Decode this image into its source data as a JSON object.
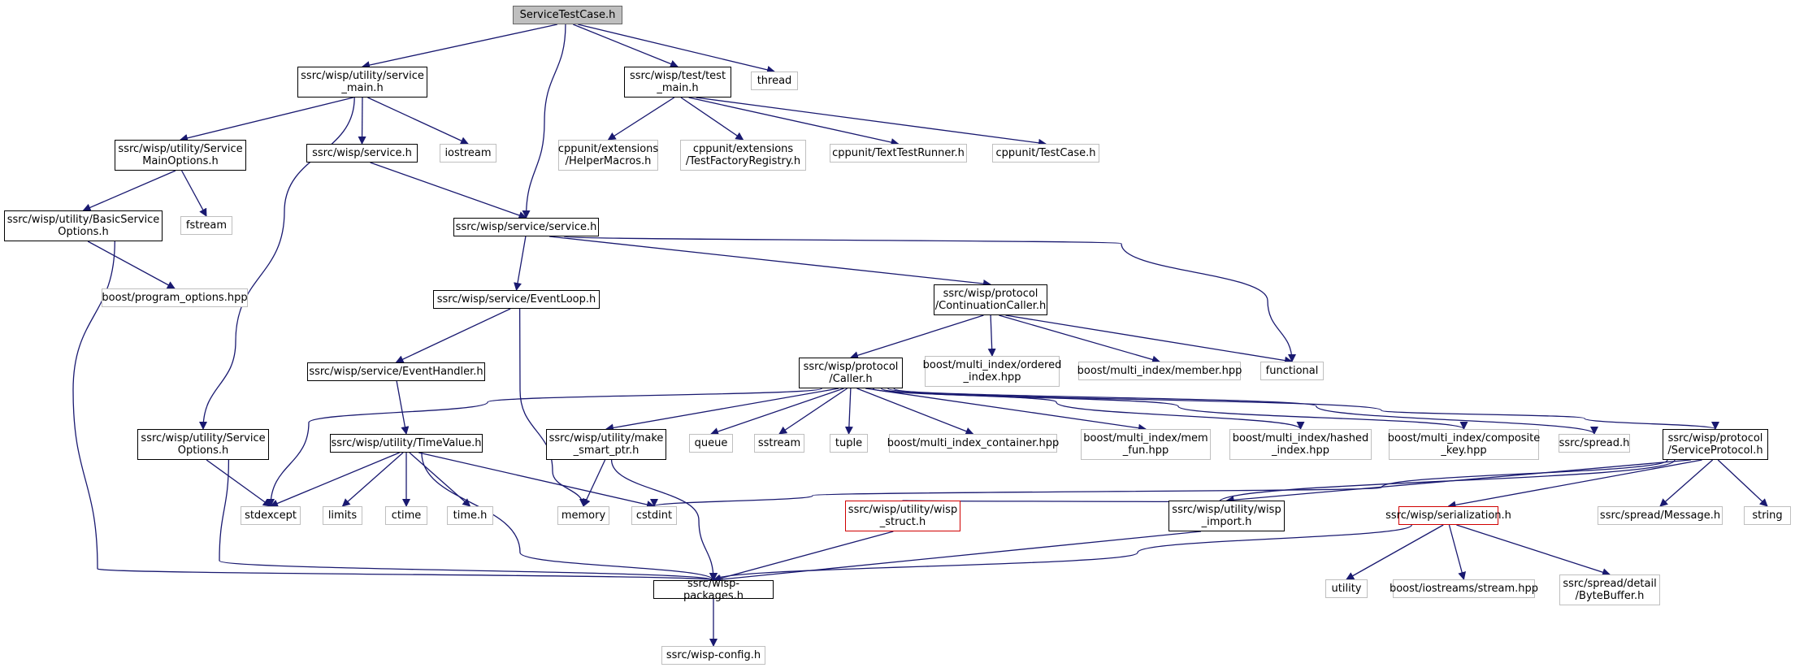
{
  "colors": {
    "edge": "#191970",
    "local_border": "#000000",
    "external_border": "#bfbfbf",
    "root_fill": "#bfbfbf",
    "error_border": "#d00000"
  },
  "nodes": [
    {
      "id": "ServiceTestCase",
      "label": "ServiceTestCase.h",
      "kind": "root"
    },
    {
      "id": "service_main",
      "label": "ssrc/wisp/utility/service\n_main.h",
      "kind": "local"
    },
    {
      "id": "test_main",
      "label": "ssrc/wisp/test/test\n_main.h",
      "kind": "local"
    },
    {
      "id": "thread",
      "label": "thread",
      "kind": "external"
    },
    {
      "id": "ServiceMainOptions",
      "label": "ssrc/wisp/utility/Service\nMainOptions.h",
      "kind": "local"
    },
    {
      "id": "service_h",
      "label": "ssrc/wisp/service.h",
      "kind": "local"
    },
    {
      "id": "iostream",
      "label": "iostream",
      "kind": "external"
    },
    {
      "id": "HelperMacros",
      "label": "cppunit/extensions\n/HelperMacros.h",
      "kind": "external"
    },
    {
      "id": "TestFactoryRegistry",
      "label": "cppunit/extensions\n/TestFactoryRegistry.h",
      "kind": "external"
    },
    {
      "id": "TextTestRunner",
      "label": "cppunit/TextTestRunner.h",
      "kind": "external"
    },
    {
      "id": "TestCase",
      "label": "cppunit/TestCase.h",
      "kind": "external"
    },
    {
      "id": "BasicServiceOptions",
      "label": "ssrc/wisp/utility/BasicService\nOptions.h",
      "kind": "local"
    },
    {
      "id": "fstream",
      "label": "fstream",
      "kind": "external"
    },
    {
      "id": "service_service",
      "label": "ssrc/wisp/service/service.h",
      "kind": "local"
    },
    {
      "id": "program_options",
      "label": "boost/program_options.hpp",
      "kind": "external"
    },
    {
      "id": "EventLoop",
      "label": "ssrc/wisp/service/EventLoop.h",
      "kind": "local"
    },
    {
      "id": "ContinuationCaller",
      "label": "ssrc/wisp/protocol\n/ContinuationCaller.h",
      "kind": "local"
    },
    {
      "id": "EventHandler",
      "label": "ssrc/wisp/service/EventHandler.h",
      "kind": "local"
    },
    {
      "id": "Caller",
      "label": "ssrc/wisp/protocol\n/Caller.h",
      "kind": "local"
    },
    {
      "id": "ordered_index",
      "label": "boost/multi_index/ordered\n_index.hpp",
      "kind": "external"
    },
    {
      "id": "member_hpp",
      "label": "boost/multi_index/member.hpp",
      "kind": "external"
    },
    {
      "id": "functional",
      "label": "functional",
      "kind": "external"
    },
    {
      "id": "ServiceOptions",
      "label": "ssrc/wisp/utility/Service\nOptions.h",
      "kind": "local"
    },
    {
      "id": "TimeValue",
      "label": "ssrc/wisp/utility/TimeValue.h",
      "kind": "local"
    },
    {
      "id": "make_smart_ptr",
      "label": "ssrc/wisp/utility/make\n_smart_ptr.h",
      "kind": "local"
    },
    {
      "id": "queue",
      "label": "queue",
      "kind": "external"
    },
    {
      "id": "sstream",
      "label": "sstream",
      "kind": "external"
    },
    {
      "id": "tuple",
      "label": "tuple",
      "kind": "external"
    },
    {
      "id": "multi_index_container",
      "label": "boost/multi_index_container.hpp",
      "kind": "external"
    },
    {
      "id": "mem_fun",
      "label": "boost/multi_index/mem\n_fun.hpp",
      "kind": "external"
    },
    {
      "id": "hashed_index",
      "label": "boost/multi_index/hashed\n_index.hpp",
      "kind": "external"
    },
    {
      "id": "composite_key",
      "label": "boost/multi_index/composite\n_key.hpp",
      "kind": "external"
    },
    {
      "id": "spread_h",
      "label": "ssrc/spread.h",
      "kind": "external"
    },
    {
      "id": "ServiceProtocol",
      "label": "ssrc/wisp/protocol\n/ServiceProtocol.h",
      "kind": "local"
    },
    {
      "id": "stdexcept",
      "label": "stdexcept",
      "kind": "external"
    },
    {
      "id": "limits",
      "label": "limits",
      "kind": "external"
    },
    {
      "id": "ctime",
      "label": "ctime",
      "kind": "external"
    },
    {
      "id": "time_h",
      "label": "time.h",
      "kind": "external"
    },
    {
      "id": "memory",
      "label": "memory",
      "kind": "external"
    },
    {
      "id": "cstdint",
      "label": "cstdint",
      "kind": "external"
    },
    {
      "id": "wisp_struct",
      "label": "ssrc/wisp/utility/wisp\n_struct.h",
      "kind": "error"
    },
    {
      "id": "wisp_import",
      "label": "ssrc/wisp/utility/wisp\n_import.h",
      "kind": "local"
    },
    {
      "id": "serialization",
      "label": "ssrc/wisp/serialization.h",
      "kind": "error"
    },
    {
      "id": "Message",
      "label": "ssrc/spread/Message.h",
      "kind": "external"
    },
    {
      "id": "string",
      "label": "string",
      "kind": "external"
    },
    {
      "id": "wisp_packages",
      "label": "ssrc/wisp-packages.h",
      "kind": "local"
    },
    {
      "id": "utility",
      "label": "utility",
      "kind": "external"
    },
    {
      "id": "iostreams_stream",
      "label": "boost/iostreams/stream.hpp",
      "kind": "external"
    },
    {
      "id": "ByteBuffer",
      "label": "ssrc/spread/detail\n/ByteBuffer.h",
      "kind": "external"
    },
    {
      "id": "wisp_config",
      "label": "ssrc/wisp-config.h",
      "kind": "external"
    }
  ],
  "edges": [
    [
      "ServiceTestCase",
      "service_main"
    ],
    [
      "ServiceTestCase",
      "service_service"
    ],
    [
      "ServiceTestCase",
      "test_main"
    ],
    [
      "ServiceTestCase",
      "thread"
    ],
    [
      "service_main",
      "ServiceMainOptions"
    ],
    [
      "service_main",
      "service_h"
    ],
    [
      "service_main",
      "iostream"
    ],
    [
      "service_main",
      "ServiceOptions"
    ],
    [
      "test_main",
      "HelperMacros"
    ],
    [
      "test_main",
      "TestFactoryRegistry"
    ],
    [
      "test_main",
      "TextTestRunner"
    ],
    [
      "test_main",
      "TestCase"
    ],
    [
      "ServiceMainOptions",
      "BasicServiceOptions"
    ],
    [
      "ServiceMainOptions",
      "fstream"
    ],
    [
      "service_h",
      "service_service"
    ],
    [
      "BasicServiceOptions",
      "program_options"
    ],
    [
      "BasicServiceOptions",
      "wisp_packages"
    ],
    [
      "service_service",
      "EventLoop"
    ],
    [
      "service_service",
      "ContinuationCaller"
    ],
    [
      "service_service",
      "functional"
    ],
    [
      "EventLoop",
      "EventHandler"
    ],
    [
      "EventLoop",
      "memory"
    ],
    [
      "ContinuationCaller",
      "Caller"
    ],
    [
      "ContinuationCaller",
      "ordered_index"
    ],
    [
      "ContinuationCaller",
      "member_hpp"
    ],
    [
      "ContinuationCaller",
      "functional"
    ],
    [
      "EventHandler",
      "TimeValue"
    ],
    [
      "Caller",
      "stdexcept"
    ],
    [
      "Caller",
      "make_smart_ptr"
    ],
    [
      "Caller",
      "queue"
    ],
    [
      "Caller",
      "sstream"
    ],
    [
      "Caller",
      "tuple"
    ],
    [
      "Caller",
      "multi_index_container"
    ],
    [
      "Caller",
      "mem_fun"
    ],
    [
      "Caller",
      "hashed_index"
    ],
    [
      "Caller",
      "composite_key"
    ],
    [
      "Caller",
      "spread_h"
    ],
    [
      "Caller",
      "ServiceProtocol"
    ],
    [
      "ServiceOptions",
      "stdexcept"
    ],
    [
      "ServiceOptions",
      "wisp_packages"
    ],
    [
      "TimeValue",
      "stdexcept"
    ],
    [
      "TimeValue",
      "limits"
    ],
    [
      "TimeValue",
      "ctime"
    ],
    [
      "TimeValue",
      "time_h"
    ],
    [
      "TimeValue",
      "cstdint"
    ],
    [
      "TimeValue",
      "wisp_packages"
    ],
    [
      "make_smart_ptr",
      "memory"
    ],
    [
      "make_smart_ptr",
      "wisp_packages"
    ],
    [
      "ServiceProtocol",
      "cstdint"
    ],
    [
      "ServiceProtocol",
      "wisp_struct"
    ],
    [
      "ServiceProtocol",
      "wisp_import"
    ],
    [
      "ServiceProtocol",
      "serialization"
    ],
    [
      "ServiceProtocol",
      "Message"
    ],
    [
      "ServiceProtocol",
      "string"
    ],
    [
      "wisp_struct",
      "wisp_packages"
    ],
    [
      "wisp_import",
      "wisp_packages"
    ],
    [
      "serialization",
      "wisp_packages"
    ],
    [
      "serialization",
      "utility"
    ],
    [
      "serialization",
      "iostreams_stream"
    ],
    [
      "serialization",
      "ByteBuffer"
    ],
    [
      "wisp_packages",
      "wisp_config"
    ]
  ]
}
